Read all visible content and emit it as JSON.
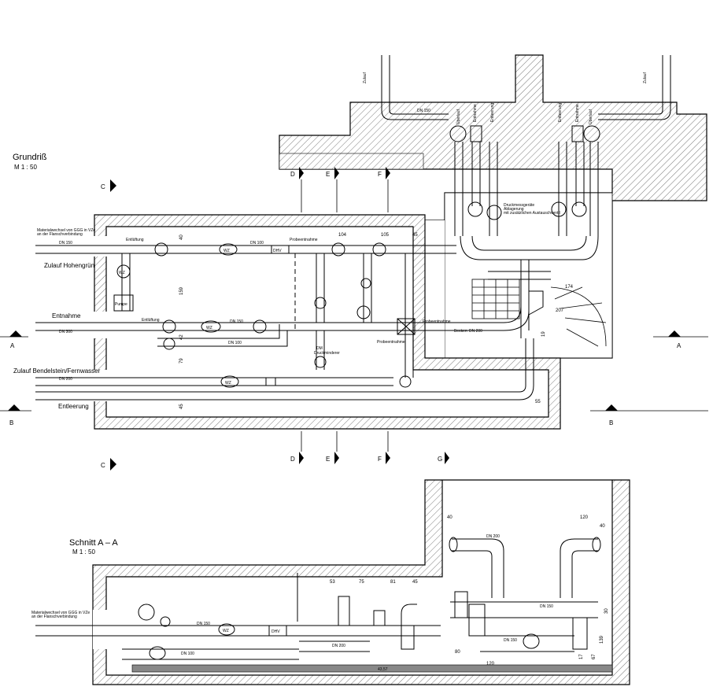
{
  "plan": {
    "title": "Grundriß",
    "scale": "M 1 : 50",
    "sections": {
      "A": "A",
      "B": "B",
      "C": "C",
      "D": "D",
      "E": "E",
      "F": "F",
      "G": "G"
    },
    "labels": {
      "zulauf_hohengruen": "Zulauf Hohengrün",
      "entnahme": "Entnahme",
      "zulauf_bendelstein": "Zulauf Bendelstein/Fernwasser",
      "entleerung": "Entleerung",
      "zulauf_left": "Zulauf",
      "zulauf_right": "Zulauf",
      "ueberlauf_l": "Überlauf",
      "entnahme_l": "Entnahme",
      "entleerung_l": "Entleerung",
      "entleerung_r": "Entleerung",
      "entnahme_r": "Entnahme",
      "ueberlauf_r": "Überlauf",
      "materialwechsel": "Materialwechsel von GGG in VZe",
      "materialwechsel2": "an der Flanschverbindung",
      "entlueftung": "Entlüftung",
      "entlueftung2": "Entlüftung",
      "probeentnahme": "Probeentnahme",
      "probeentnahme2": "Probeentnahme",
      "probeentnahme3": "Probeentnahme",
      "dm": "DM",
      "druckmindiner": "Druckminderer",
      "druckmessgeraete": "Druckmessgeräte",
      "ablagerung": "Ablagerung",
      "austauschbar": "mit zusätzlichen Austauschventil",
      "becken": "Becken",
      "wz": "WZ",
      "dhv": "DHV",
      "pumpe": "Pumpe"
    },
    "dn": {
      "dn150": "DN 150",
      "dn100": "DN 100",
      "dn300": "DN 300",
      "dn200": "DN 200",
      "dn_150": "DN 150",
      "dn_100b": "DN 100",
      "dn_200b": "DN 200",
      "dn_150c": "DN 150"
    },
    "dims": {
      "d40": "40",
      "d104": "104",
      "d105": "105",
      "d45": "45",
      "d159": "159",
      "d79": "79",
      "d42": "42",
      "d45b": "45",
      "d174": "174",
      "d207": "207",
      "d19": "19",
      "d55": "55"
    }
  },
  "section": {
    "title": "Schnitt A – A",
    "scale": "M 1 : 50",
    "materialwechsel": "Materialwechsel von GGG in VZe",
    "materialwechsel2": "an der Flanschverbindung",
    "dn": {
      "dn150": "DN 150",
      "dn100": "DN 100",
      "dn200": "DN 200",
      "dn200b": "DN 200",
      "dn150b": "DN 150",
      "dn150c": "DN 150"
    },
    "dims": {
      "d53": "53",
      "d75": "75",
      "d81": "81",
      "d45": "45",
      "d40a": "40",
      "d120a": "120",
      "d40b": "40",
      "d80": "80",
      "d120b": "120",
      "d17": "17",
      "d67": "67",
      "d139": "139",
      "d30": "30",
      "level": "43,57"
    },
    "wz": "WZ",
    "dhv": "DHV"
  }
}
